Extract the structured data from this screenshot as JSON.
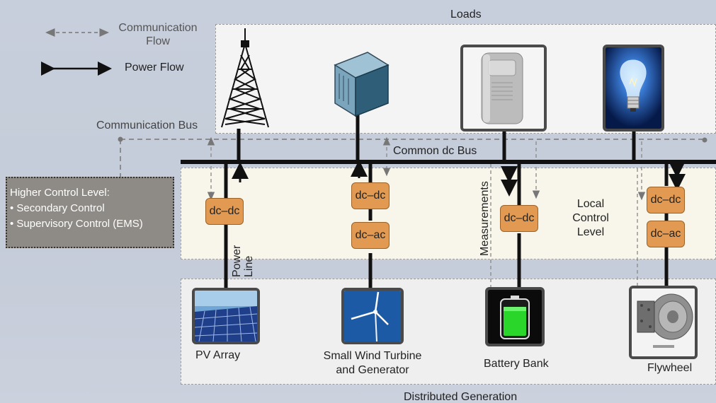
{
  "legend": {
    "communication_flow": "Communication\nFlow",
    "power_flow": "Power Flow"
  },
  "sections": {
    "loads": "Loads",
    "distributed_generation": "Distributed Generation",
    "common_dc_bus": "Common dc Bus",
    "communication_bus": "Communication Bus",
    "local_control_level": "Local\nControl\nLevel"
  },
  "higher_control": {
    "title": "Higher Control Level:",
    "items": [
      "• Secondary Control",
      "• Supervisory Control (EMS)"
    ]
  },
  "labels": {
    "power_line": "Power\nLine",
    "measurements": "Measurements"
  },
  "converters": {
    "pv": [
      "dc–dc"
    ],
    "wind": [
      "dc–dc",
      "dc–ac"
    ],
    "battery": [
      "dc–dc"
    ],
    "flywheel": [
      "dc–dc",
      "dc–ac"
    ]
  },
  "sources": {
    "pv": "PV Array",
    "wind": "Small Wind Turbine\nand Generator",
    "battery": "Battery Bank",
    "flywheel": "Flywheel"
  },
  "colors": {
    "converter": "#e29a52",
    "bus": "#111111",
    "control_box": "#8e8a85"
  }
}
